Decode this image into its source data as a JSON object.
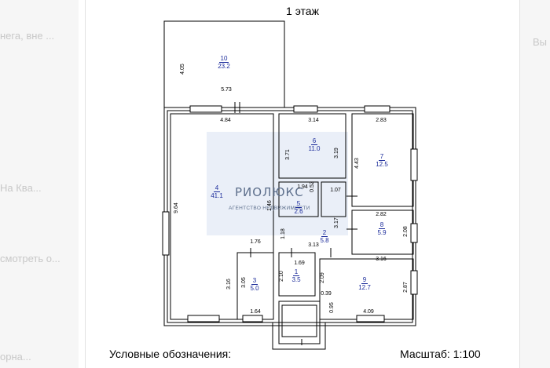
{
  "sheet_title": "1 этаж",
  "legend_label": "Условные обозначения:",
  "scale_label": "Масштаб: 1:100",
  "watermark": {
    "brand": "РИОЛЮКС",
    "subtitle": "АГЕНТСТВО НЕДВИЖИМОСТИ"
  },
  "rooms": [
    {
      "number": "10",
      "area": "23.2"
    },
    {
      "number": "4",
      "area": "41.1"
    },
    {
      "number": "6",
      "area": "11.0"
    },
    {
      "number": "5",
      "area": "2.6"
    },
    {
      "number": "7",
      "area": "12.5"
    },
    {
      "number": "8",
      "area": "5.9"
    },
    {
      "number": "2",
      "area": "5.8"
    },
    {
      "number": "3",
      "area": "5.0"
    },
    {
      "number": "1",
      "area": "3.5"
    },
    {
      "number": "9",
      "area": "12.7"
    }
  ],
  "dimensions": [
    "4.05",
    "5.73",
    "4.84",
    "9.64",
    "3.16",
    "3.14",
    "3.71",
    "3.19",
    "1.94",
    "0.52",
    "1.07",
    "1.46",
    "1.18",
    "2.83",
    "4.43",
    "2.82",
    "2.08",
    "3.17",
    "3.13",
    "3.16",
    "1.76",
    "3.05",
    "1.64",
    "1.69",
    "2.10",
    "2.09",
    "0.39",
    "0.95",
    "4.09",
    "2.87"
  ],
  "background_ghost": {
    "left": [
      "нега, вне ...",
      "На Ква...",
      "смотреть о...",
      "орна..."
    ],
    "right": [
      "Вы"
    ]
  }
}
